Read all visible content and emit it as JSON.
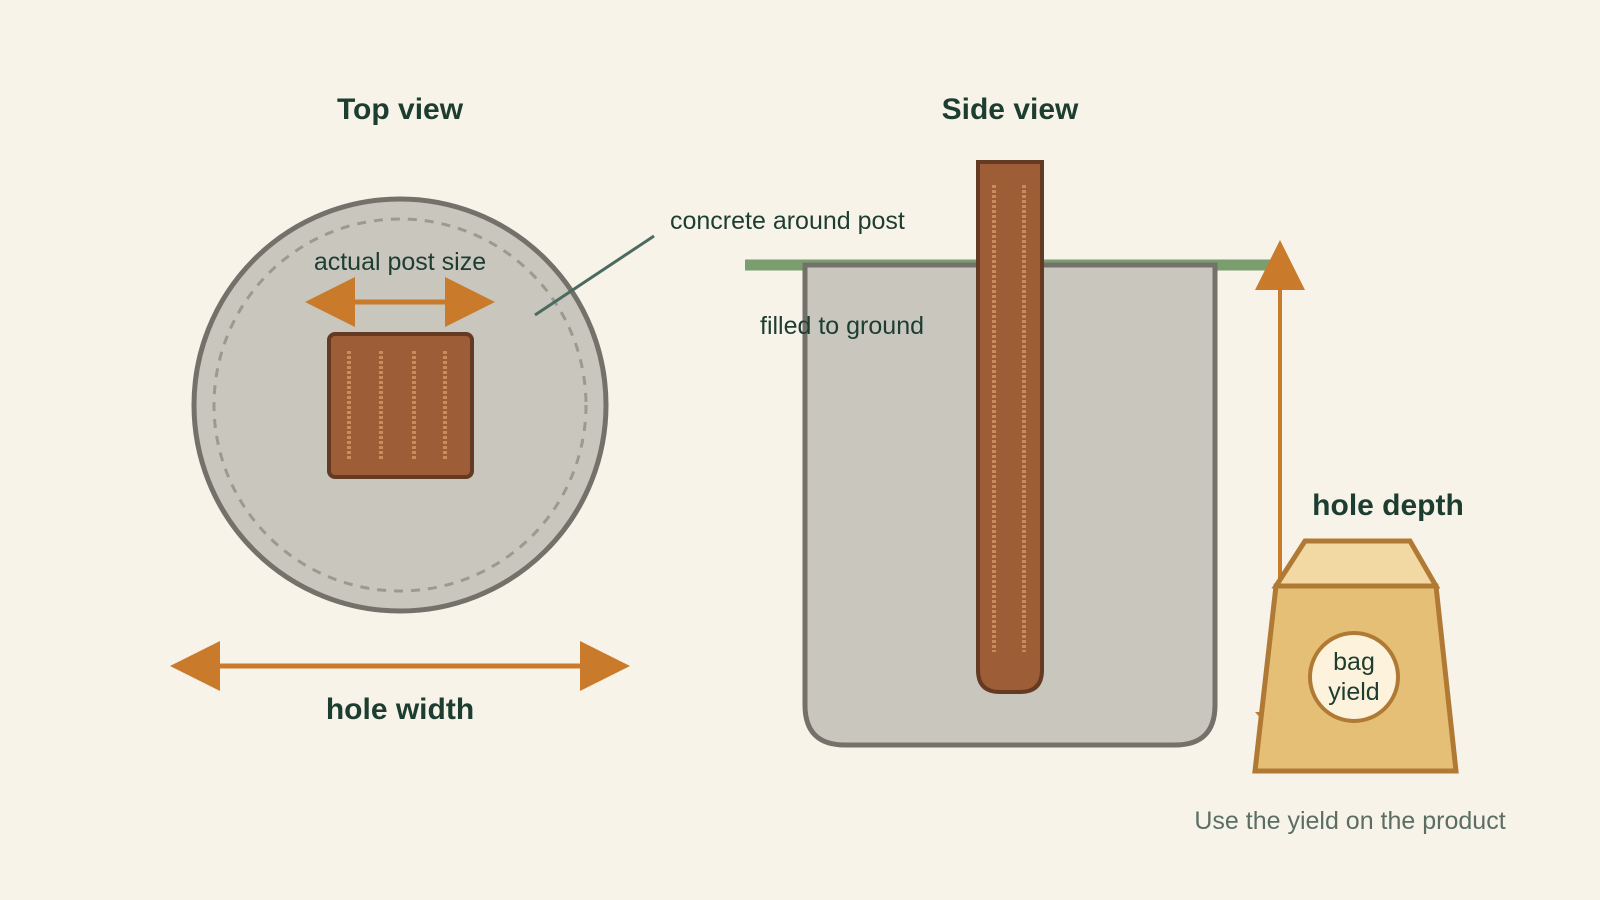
{
  "top_view": {
    "title": "Top view",
    "post_label": "actual post size",
    "width_label": "hole width"
  },
  "callout": {
    "label": "concrete around post"
  },
  "side_view": {
    "title": "Side view",
    "fill_label": "filled to ground",
    "depth_label": "hole depth"
  },
  "bag": {
    "label_line1": "bag",
    "label_line2": "yield",
    "note": "Use the yield on the product"
  },
  "colors": {
    "background": "#f7f3e9",
    "concrete": "#c9c6bd",
    "concrete_outline": "#74716b",
    "post": "#9c5d37",
    "post_outline": "#653a22",
    "post_grain": "#c98c5c",
    "arrow": "#c97a2a",
    "ground": "#7a9e6e",
    "text": "#1d3d30",
    "bag_body": "#e6bf76",
    "bag_top": "#f2d8a2",
    "bag_outline": "#b07a35"
  }
}
